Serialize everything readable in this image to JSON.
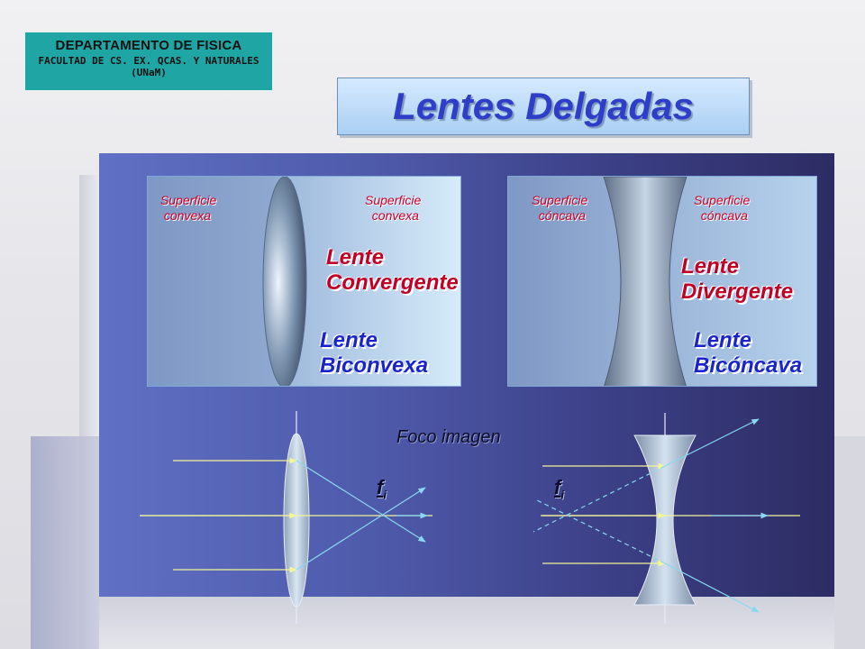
{
  "header": {
    "department": "DEPARTAMENTO DE FISICA",
    "faculty": "FACULTAD DE CS.  EX.  QCAS.  Y NATURALES (UNaM)"
  },
  "title": "Lentes Delgadas",
  "convergent_panel": {
    "surface_left": "Superficie\n convexa",
    "surface_right": "Superficie\n  convexa",
    "type_label": "Lente\nConvergente",
    "shape_label": "Lente\nBiconvexa"
  },
  "divergent_panel": {
    "surface_left": "Superficie\n  cóncava",
    "surface_right": "Superficie\n  cóncava",
    "type_label": "Lente\nDivergente",
    "shape_label": "Lente\nBicóncava"
  },
  "ray_diagram": {
    "focus_label": "Foco imagen",
    "focus_symbol": "f",
    "focus_subscript": "i"
  },
  "colors": {
    "surface_text": "#c8002a",
    "convergent_label": "#c00026",
    "shape_label": "#1a24c8",
    "stage_left": "#6070c4",
    "stage_right": "#2d2c63",
    "header_box": "#1fa6a4",
    "title_text": "#2e3ec8",
    "ray_color": "#f4f49a",
    "diverging_ray_color": "#8ad8f0"
  }
}
